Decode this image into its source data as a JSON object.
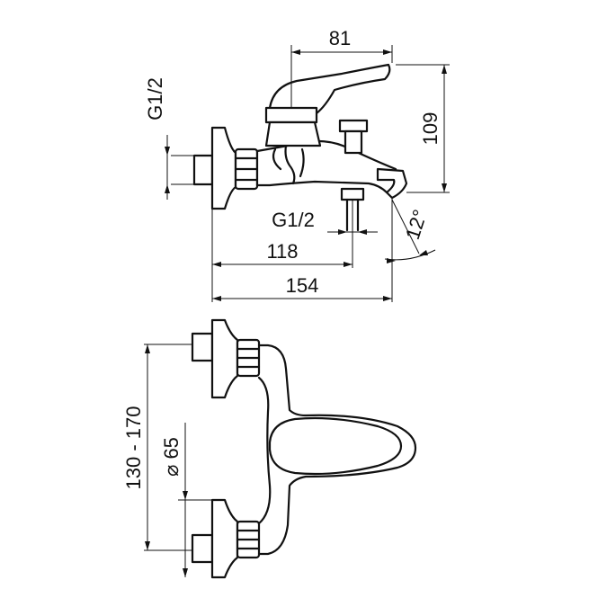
{
  "side_view": {
    "dim_top": "81",
    "dim_height": "109",
    "dim_inlet_thread": "G1/2",
    "dim_outlet_thread": "G1/2",
    "dim_118": "118",
    "dim_154": "154",
    "dim_angle": "12°"
  },
  "top_view": {
    "dim_spacing": "130 - 170",
    "dim_diameter": "⌀ 65"
  }
}
